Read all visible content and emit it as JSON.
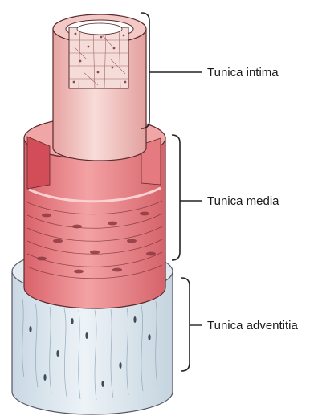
{
  "layers": [
    {
      "key": "intima",
      "label": "Tunica intima"
    },
    {
      "key": "media",
      "label": "Tunica media"
    },
    {
      "key": "adventitia",
      "label": "Tunica adventitia"
    }
  ],
  "colors": {
    "adventitia": "#dfe8ef",
    "adventitia_shade": "#b9cbd8",
    "media": "#ea8d8f",
    "media_dark": "#c9555c",
    "intima": "#f2c6c3",
    "intima_shade": "#d88f8f",
    "outline": "#4a2a2c",
    "bracket": "#222222"
  }
}
